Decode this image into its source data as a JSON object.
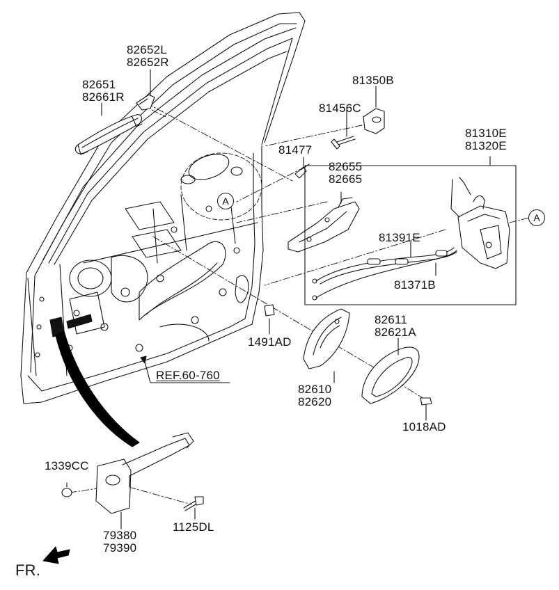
{
  "labels": {
    "p82652": [
      "82652L",
      "82652R"
    ],
    "p82651": [
      "82651",
      "82661R"
    ],
    "p81350B": "81350B",
    "p81456C": "81456C",
    "p81477": "81477",
    "p82655": [
      "82655",
      "82665"
    ],
    "p81310": [
      "81310E",
      "81320E"
    ],
    "p81391E": "81391E",
    "p81371B": "81371B",
    "p1491AD": "1491AD",
    "p82611": [
      "82611",
      "82621A"
    ],
    "p82610": [
      "82610",
      "82620"
    ],
    "p1018AD": "1018AD",
    "ref": "REF.60-760",
    "p1339CC": "1339CC",
    "p1125DL": "1125DL",
    "p79380": [
      "79380",
      "79390"
    ],
    "fr": "FR."
  },
  "callouts": {
    "left": "A",
    "right": "A"
  },
  "colors": {
    "line": "#111111",
    "fill": "#ffffff",
    "arrow": "#000000"
  }
}
